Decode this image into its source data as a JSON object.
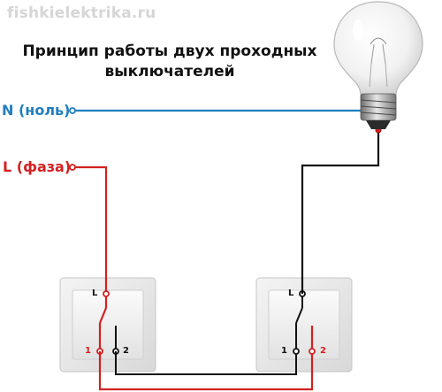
{
  "watermark": "fishkielektrika.ru",
  "title": {
    "line1": "Принцип работы двух проходных",
    "line2": "выключателей"
  },
  "labels": {
    "neutral": "N (ноль)",
    "phase": "L (фаза)"
  },
  "switch_left": {
    "common": "L",
    "t1": "1",
    "t2": "2"
  },
  "switch_right": {
    "common": "L",
    "t1": "1",
    "t2": "2"
  },
  "colors": {
    "neutral": "#1f7fbf",
    "phase": "#d42020",
    "load": "#111111",
    "plate": "#e9e9e9"
  }
}
